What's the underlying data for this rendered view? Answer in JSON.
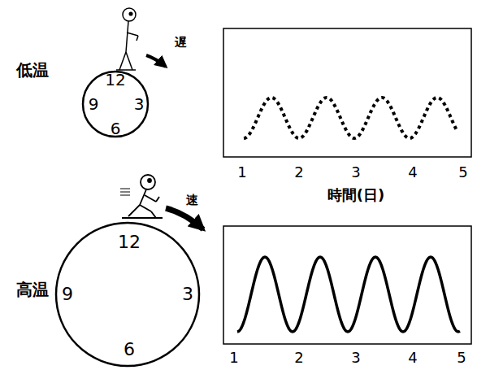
{
  "diagram": {
    "nodes": [
      {
        "text": [
          "12",
          "9",
          "3",
          "6"
        ]
      },
      {
        "text": [
          "12",
          "9",
          "3",
          "6"
        ]
      }
    ],
    "labels": [
      "低温",
      "遅",
      "1",
      "2",
      "3",
      "4",
      "5",
      "時間(日)",
      "高温",
      "速",
      "1",
      "2",
      "3",
      "4",
      "5"
    ]
  }
}
